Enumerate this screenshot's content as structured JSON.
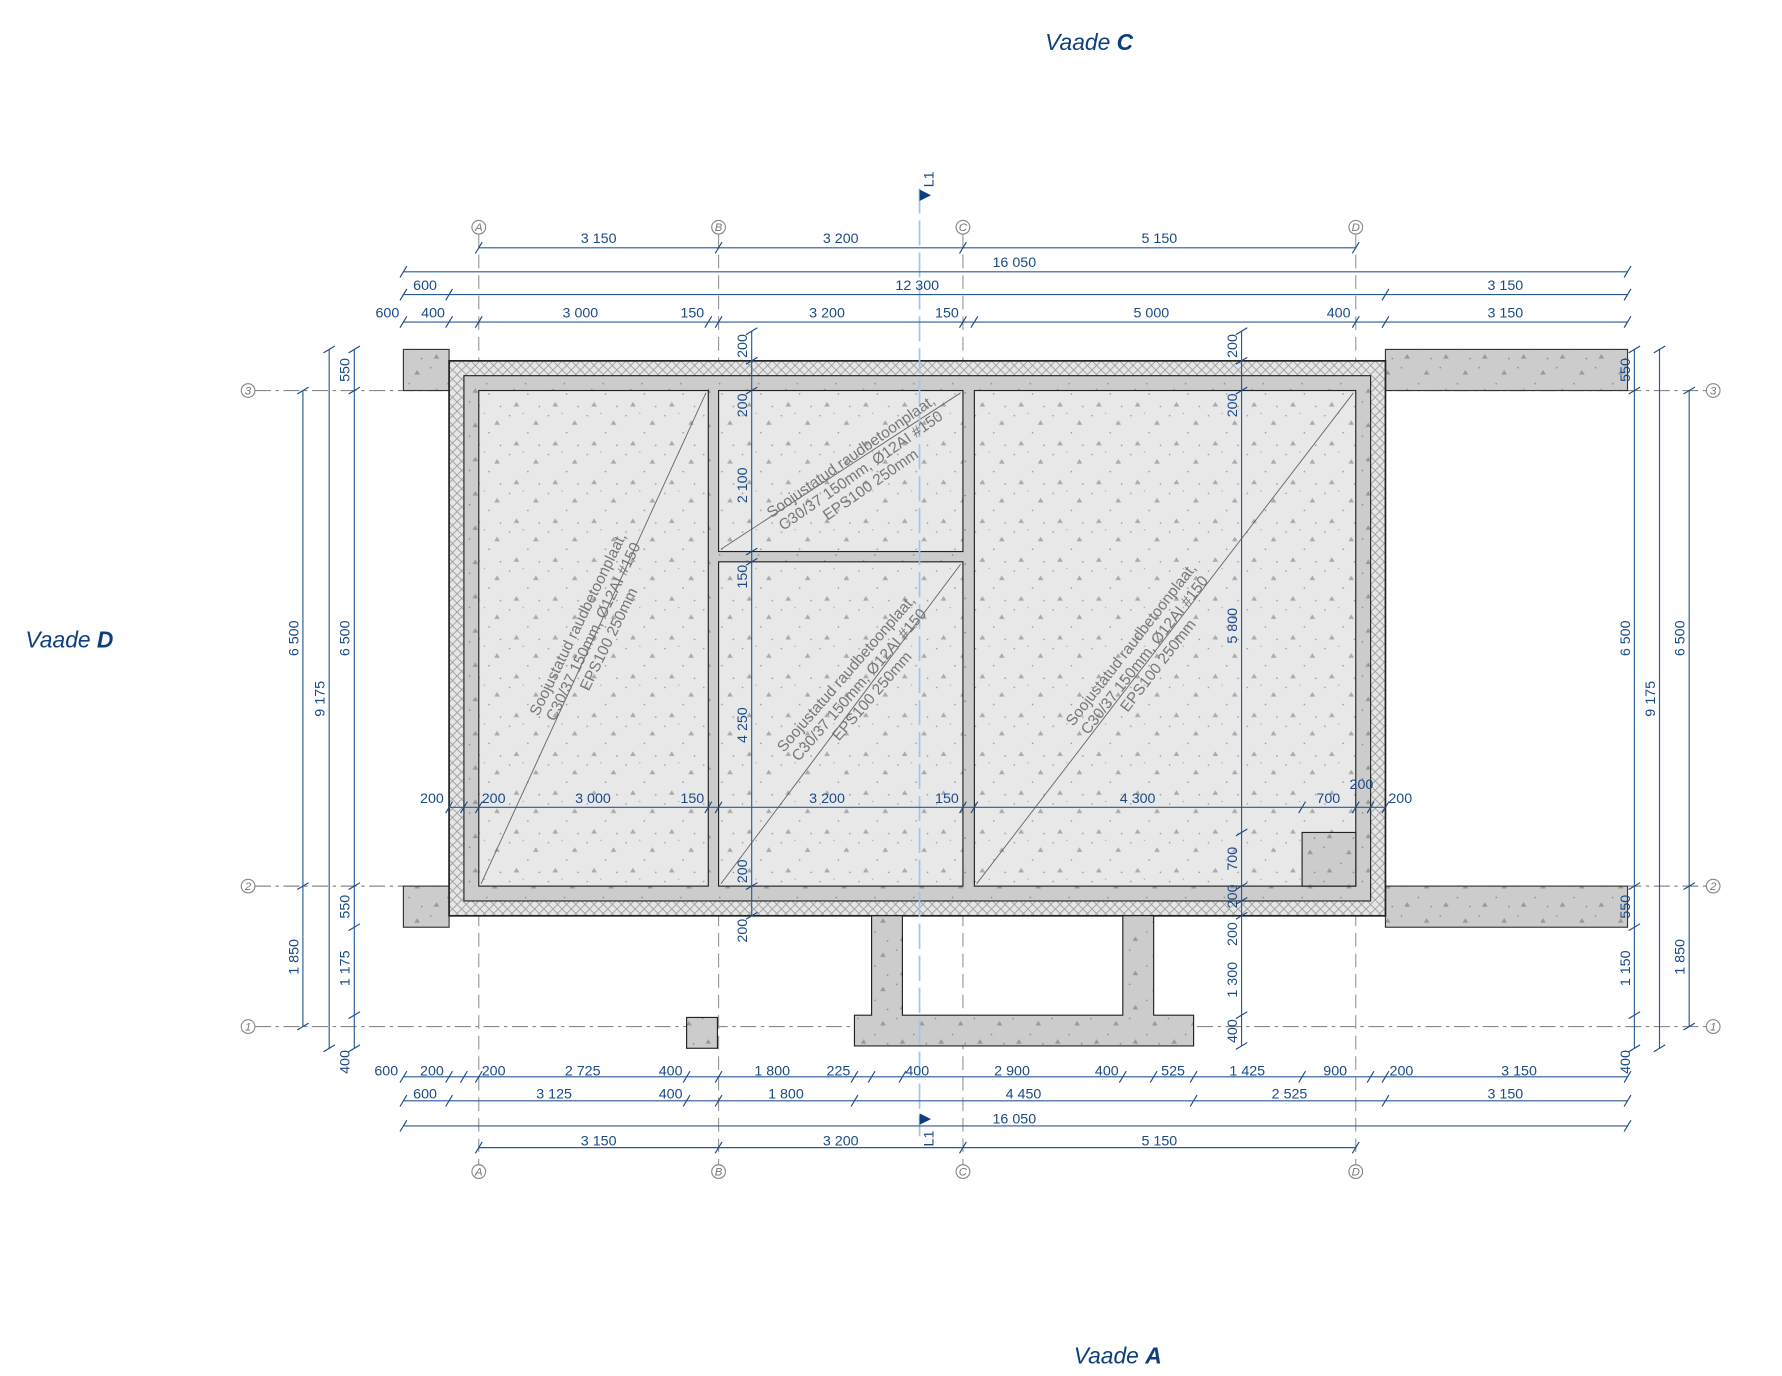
{
  "views": {
    "word": "Vaade",
    "top_letter": "C",
    "left_letter": "D",
    "bottom_letter": "A"
  },
  "grid": {
    "columns": [
      "A",
      "B",
      "C",
      "D"
    ],
    "rows": [
      "3",
      "2",
      "1"
    ]
  },
  "section_marker": "L1",
  "dims": {
    "top_grid": [
      "3 150",
      "3 200",
      "5 150"
    ],
    "top_overall": "16 050",
    "top_row2": [
      "600",
      "12 300",
      "3 150"
    ],
    "top_row3": [
      "600",
      "400",
      "3 000",
      "150",
      "3 200",
      "150",
      "5 000",
      "400",
      "3 150"
    ],
    "internal_row": [
      "200",
      "200",
      "3 000",
      "150",
      "3 200",
      "150",
      "4 300",
      "700",
      "200",
      "200"
    ],
    "bottom_row1": [
      "600",
      "200",
      "200",
      "2 725",
      "400",
      "1 800",
      "225",
      "400",
      "2 900",
      "400",
      "525",
      "1 425",
      "900",
      "200",
      "3 150"
    ],
    "bottom_row2": [
      "600",
      "3 125",
      "400",
      "1 800",
      "4 450",
      "2 525",
      "3 150"
    ],
    "bottom_overall": "16 050",
    "bottom_grid": [
      "3 150",
      "3 200",
      "5 150"
    ],
    "left_outer": [
      "6 500",
      "1 850"
    ],
    "left_total": "9 175",
    "left_inner": [
      "550",
      "6 500",
      "550",
      "1 175",
      "400"
    ],
    "axis_b_vertical": [
      "200",
      "200",
      "2 100",
      "150",
      "4 250",
      "200",
      "200"
    ],
    "axis_d_vertical": [
      "200",
      "200",
      "5 800",
      "700",
      "200",
      "200",
      "1 300",
      "400"
    ],
    "right_inner": [
      "550",
      "6 500",
      "550",
      "1 150",
      "400"
    ],
    "right_total": "9 175",
    "right_outer": [
      "6 500",
      "1 850"
    ]
  },
  "slab_notes": [
    {
      "line1": "Soojustatud raudbetoonplaat,",
      "line2": "C30/37 150mm, Ø12AI #150",
      "line3": "EPS100 250mm"
    },
    {
      "line1": "Soojustatud raudbetoonplaat,",
      "line2": "C30/37 150mm, Ø12AI #150",
      "line3": "EPS100 250mm"
    },
    {
      "line1": "Soojustatud raudbetoonplaat,",
      "line2": "C30/37 150mm, Ø12AI #150",
      "line3": "EPS100 250mm"
    },
    {
      "line1": "Soojustatud raudbetoonplaat,",
      "line2": "C30/37 150mm, Ø12AI #150",
      "line3": "EPS100 250mm"
    }
  ],
  "colors": {
    "dimension": "#1a4a86",
    "concrete": "#cccccc",
    "slab": "#e8e8e8",
    "section_line": "#9cc8f0"
  }
}
